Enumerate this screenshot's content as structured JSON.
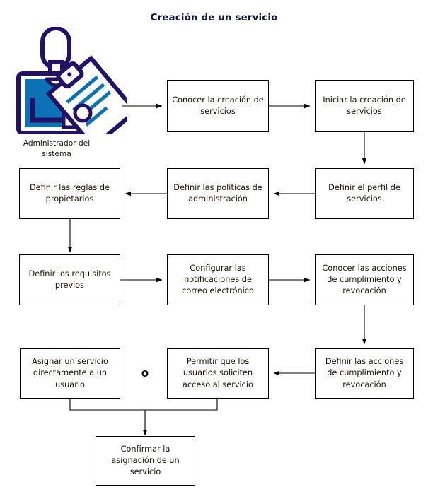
{
  "diagram": {
    "title": "Creación de un servicio",
    "type": "flowchart",
    "actor": {
      "icon": "administrator-person-with-clipboard-icon",
      "caption_line1": "Administrador del",
      "caption_line2": "sistema",
      "colors": {
        "outline": "#221166",
        "fill": "#0b72b5",
        "paper": "#ffffff"
      }
    },
    "or_label": "O",
    "colors": {
      "title": "#131342",
      "box_border": "#000000",
      "box_fill": "#ffffff",
      "box_text": "#1a1208",
      "connector": "#000000"
    },
    "nodes": [
      {
        "id": "n1",
        "label": "Conocer la creación de servicios"
      },
      {
        "id": "n2",
        "label": "Iniciar la creación de servicios"
      },
      {
        "id": "n3",
        "label": "Definir el perfil de servicios"
      },
      {
        "id": "n4",
        "label": "Definir las políticas de administración"
      },
      {
        "id": "n5",
        "label": "Definir las reglas de propietarios"
      },
      {
        "id": "n6",
        "label": "Definir los requisitos previos"
      },
      {
        "id": "n7",
        "label": "Configurar las notificaciones de correo electrónico"
      },
      {
        "id": "n8",
        "label": "Conocer las acciones de cumplimiento y revocación"
      },
      {
        "id": "n9",
        "label": "Definir las acciones de cumplimiento y revocación"
      },
      {
        "id": "n10",
        "label": "Permitir que los usuarios soliciten acceso al servicio"
      },
      {
        "id": "n11",
        "label": "Asignar un servicio directamente a un usuario"
      },
      {
        "id": "n12",
        "label": "Confirmar la asignación de un servicio"
      }
    ],
    "edges": [
      {
        "from": "actor",
        "to": "n1"
      },
      {
        "from": "n1",
        "to": "n2"
      },
      {
        "from": "n2",
        "to": "n3"
      },
      {
        "from": "n3",
        "to": "n4"
      },
      {
        "from": "n4",
        "to": "n5"
      },
      {
        "from": "n5",
        "to": "n6"
      },
      {
        "from": "n6",
        "to": "n7"
      },
      {
        "from": "n7",
        "to": "n8"
      },
      {
        "from": "n8",
        "to": "n9"
      },
      {
        "from": "n9",
        "to": "n10"
      },
      {
        "from": "n10",
        "to": "n12"
      },
      {
        "from": "n11",
        "to": "n12"
      }
    ]
  }
}
